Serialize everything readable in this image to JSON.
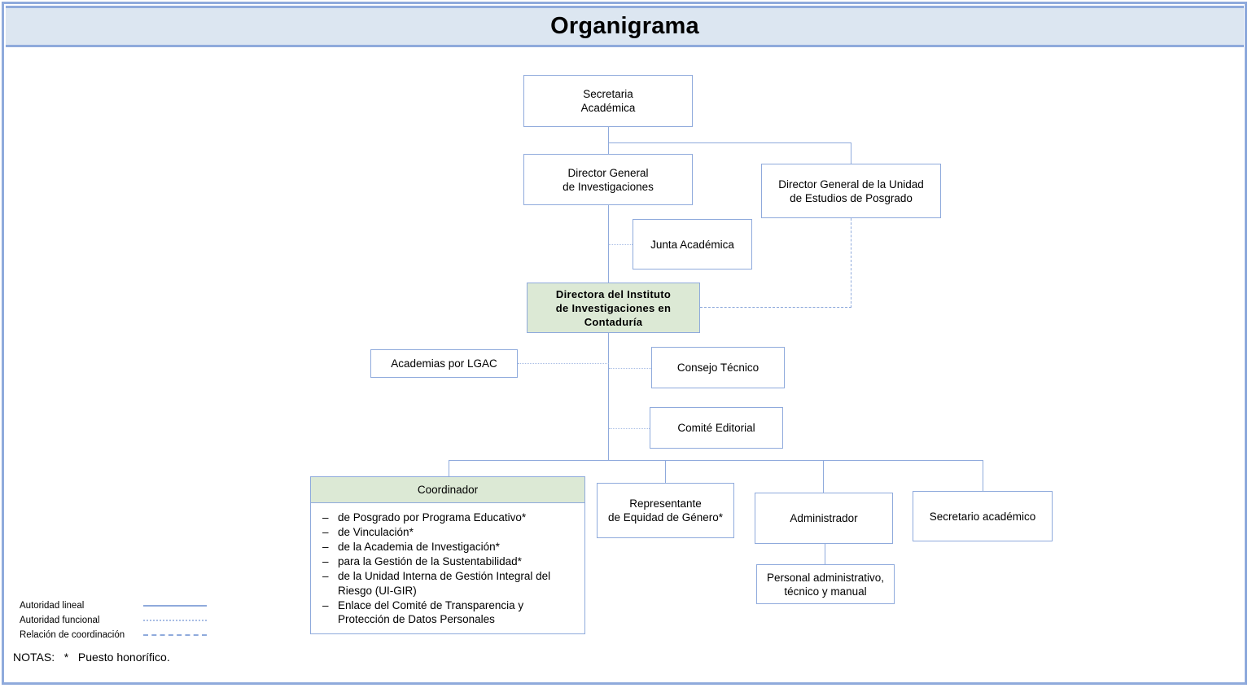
{
  "header": {
    "title": "Organigrama"
  },
  "colors": {
    "frame_border": "#8faadc",
    "title_fill": "#dce6f1",
    "node_border": "#8faadc",
    "node_fill": "#ffffff",
    "highlight_fill": "#dce9d5",
    "connector_solid": "#8faadc",
    "connector_dotted": "#a8bde4"
  },
  "nodes": {
    "secretaria_academica": {
      "label": "Secretaria\nAcadémica",
      "line1": "Secretaria",
      "line2": "Académica"
    },
    "director_general_investigaciones": {
      "line1": "Director General",
      "line2": "de Investigaciones"
    },
    "director_general_posgrado": {
      "line1": "Director General de la Unidad",
      "line2": "de Estudios de Posgrado"
    },
    "junta_academica": {
      "label": "Junta Académica"
    },
    "directora_instituto": {
      "line1": "Directora del Instituto",
      "line2": "de Investigaciones en",
      "line3": "Contaduría"
    },
    "academias_lgac": {
      "label": "Academias por LGAC"
    },
    "consejo_tecnico": {
      "label": "Consejo Técnico"
    },
    "comite_editorial": {
      "label": "Comité Editorial"
    },
    "coordinador": {
      "title": "Coordinador",
      "dash": "–",
      "items": [
        "de Posgrado por Programa Educativo*",
        "de Vinculación*",
        "de la Academia de Investigación*",
        "para la Gestión de la Sustentabilidad*",
        "de la Unidad Interna de Gestión Integral del Riesgo (UI-GIR)",
        "Enlace del Comité de Transparencia y Protección de Datos Personales"
      ]
    },
    "representante_equidad": {
      "line1": "Representante",
      "line2": "de Equidad de Género*"
    },
    "administrador": {
      "label": "Administrador"
    },
    "secretario_academico": {
      "label": "Secretario académico"
    },
    "personal_administrativo": {
      "line1": "Personal administrativo,",
      "line2": "técnico y manual"
    }
  },
  "legend": {
    "items": [
      {
        "label": "Autoridad lineal",
        "style": "solid"
      },
      {
        "label": "Autoridad funcional",
        "style": "dotted"
      },
      {
        "label": "Relación de coordinación",
        "style": "dashed"
      }
    ]
  },
  "notes": {
    "text": "NOTAS:   *   Puesto honorífico."
  }
}
